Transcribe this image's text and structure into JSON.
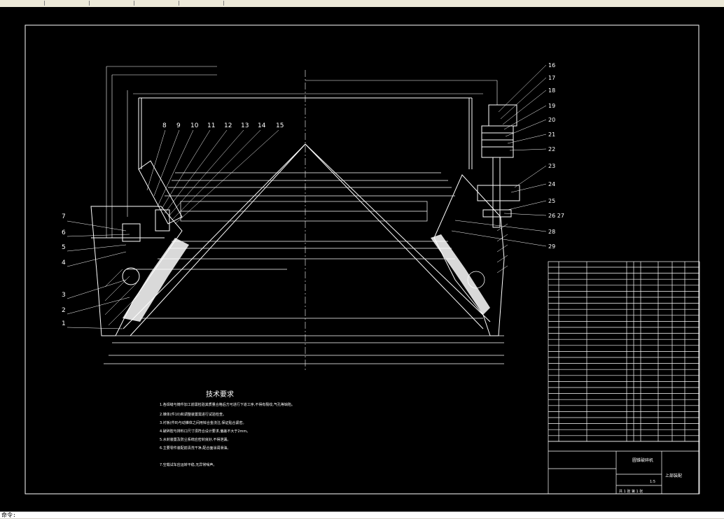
{
  "window": {
    "tabs": [
      "",
      "",
      "",
      "",
      ""
    ],
    "command_prompt": "命令:"
  },
  "drawing": {
    "balloons_left": [
      "7",
      "6",
      "5",
      "4",
      "3",
      "2",
      "1"
    ],
    "balloons_top": [
      "8",
      "9",
      "10",
      "11",
      "12",
      "13",
      "14",
      "15"
    ],
    "balloons_right": [
      "16",
      "17",
      "18",
      "19",
      "20",
      "21",
      "22",
      "23",
      "24",
      "25",
      "26 27",
      "28",
      "29"
    ],
    "tech_title": "技术要求",
    "tech_lines": [
      "1.各焊缝与铸件加工前需检验其质量合格后方可进行下道工序,不得有裂纹,气孔等缺陷。",
      "2.锥体(件10)和调整装置需进行试验检查。",
      "3.衬板(件8)与动锥体之间用锌合金浇注,保证贴合紧密。",
      "4.破碎腔与排料口尺寸须符合设计要求,偏差不大于2mm。",
      "5.水封装置及防尘系统应密封良好,不得泄漏。",
      "6.主要零件装配前清洗干净,配合面涂润滑油。",
      "7.空载试车应运转平稳,无异常噪声。"
    ],
    "title_block": {
      "drawing_name": "圆锥破碎机",
      "part_name": "上部装配",
      "ratio": "1:5",
      "sheet": "共 1 张  第 1 张"
    }
  },
  "colors": {
    "canvas": "#000000",
    "line": "#ffffff",
    "dim": "#ffffff"
  }
}
